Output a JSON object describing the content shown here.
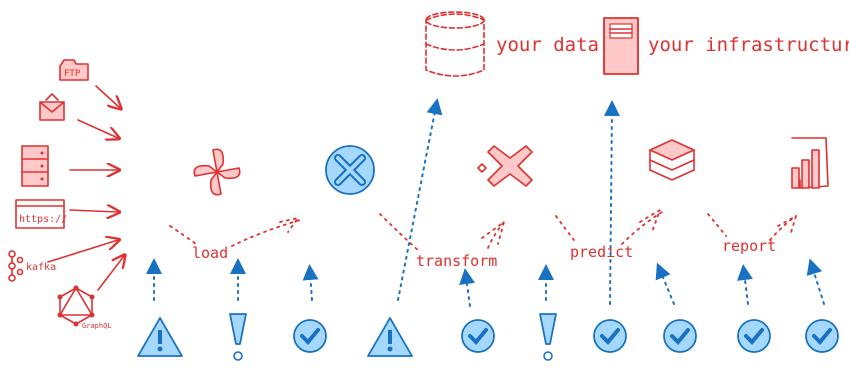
{
  "labels": {
    "load": "load",
    "transform": "transform",
    "predict": "predict",
    "report": "report",
    "your_data": "your data",
    "your_infrastructure": "your infrastructure"
  },
  "sources": {
    "ftp": "FTP",
    "https": "https://",
    "kafka": "kafka",
    "graphql": "GraphQL"
  },
  "icons": [
    "ftp-icon",
    "email-icon",
    "database-icon",
    "browser-icon",
    "kafka-icon",
    "graphql-icon",
    "airflow-pinwheel-icon",
    "x-circle-icon",
    "cross-icon",
    "stack-icon",
    "powerbi-icon",
    "cylinder-icon",
    "server-icon",
    "warning-triangle-icon",
    "exclamation-icon",
    "check-badge-icon"
  ],
  "colors": {
    "red": "#e03131",
    "blue": "#1971c2",
    "red_fill": "#ffc9c9",
    "blue_fill": "#a5d8ff"
  }
}
